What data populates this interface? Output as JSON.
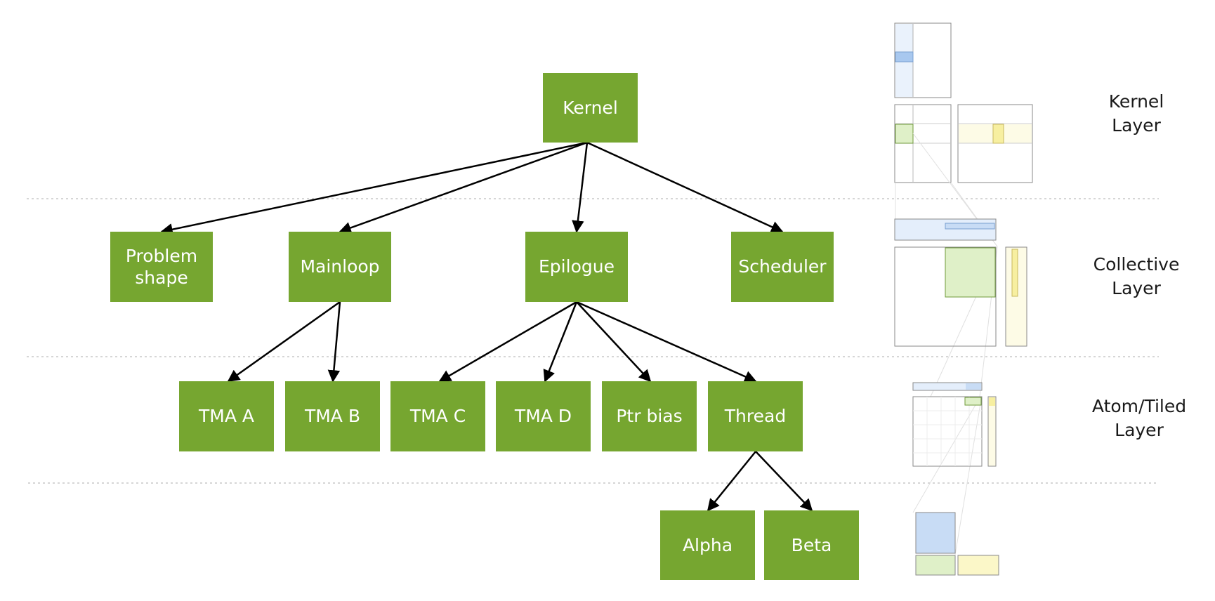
{
  "nodes": {
    "kernel": "Kernel",
    "problem_shape": [
      "Problem",
      "shape"
    ],
    "mainloop": "Mainloop",
    "epilogue": "Epilogue",
    "scheduler": "Scheduler",
    "tma_a": "TMA A",
    "tma_b": "TMA B",
    "tma_c": "TMA C",
    "tma_d": "TMA D",
    "ptr_bias": "Ptr bias",
    "thread": "Thread",
    "alpha": "Alpha",
    "beta": "Beta"
  },
  "layers": [
    [
      "Kernel",
      "Layer"
    ],
    [
      "Collective",
      "Layer"
    ],
    [
      "Atom/Tiled",
      "Layer"
    ]
  ],
  "colors": {
    "node_fill": "#76a630",
    "node_text": "#ffffff",
    "edge": "#000000",
    "divider": "#c8c8c8",
    "tile_blue": "#c8dcf5",
    "tile_green": "#dff0c8",
    "tile_yellow": "#fbf7c8"
  }
}
